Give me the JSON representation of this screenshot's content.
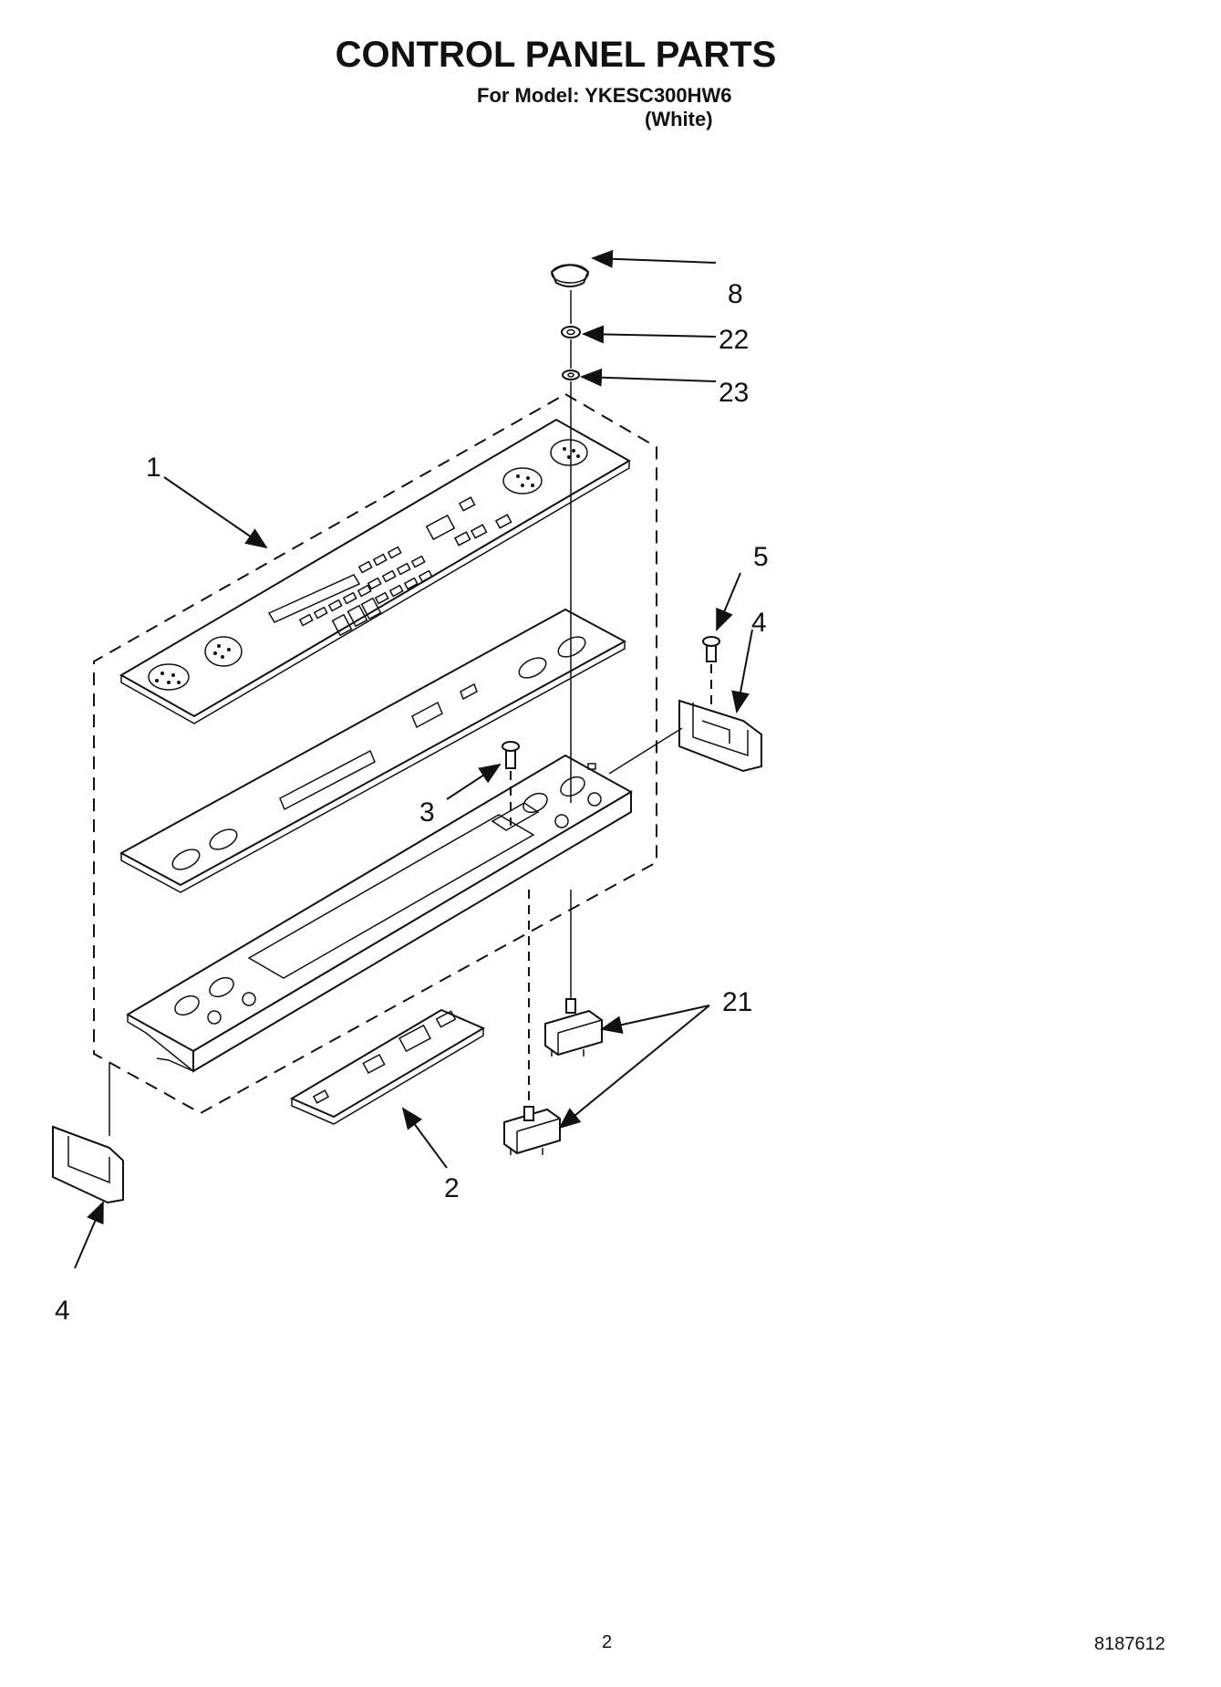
{
  "header": {
    "title": "CONTROL PANEL PARTS",
    "model_line": "For Model: YKESC300HW6",
    "variant": "(White)"
  },
  "callouts": {
    "c1": "1",
    "c2": "2",
    "c3": "3",
    "c4a": "4",
    "c4b": "4",
    "c5": "5",
    "c8": "8",
    "c21": "21",
    "c22": "22",
    "c23": "23"
  },
  "footer": {
    "page_number": "2",
    "document_number": "8187612"
  }
}
